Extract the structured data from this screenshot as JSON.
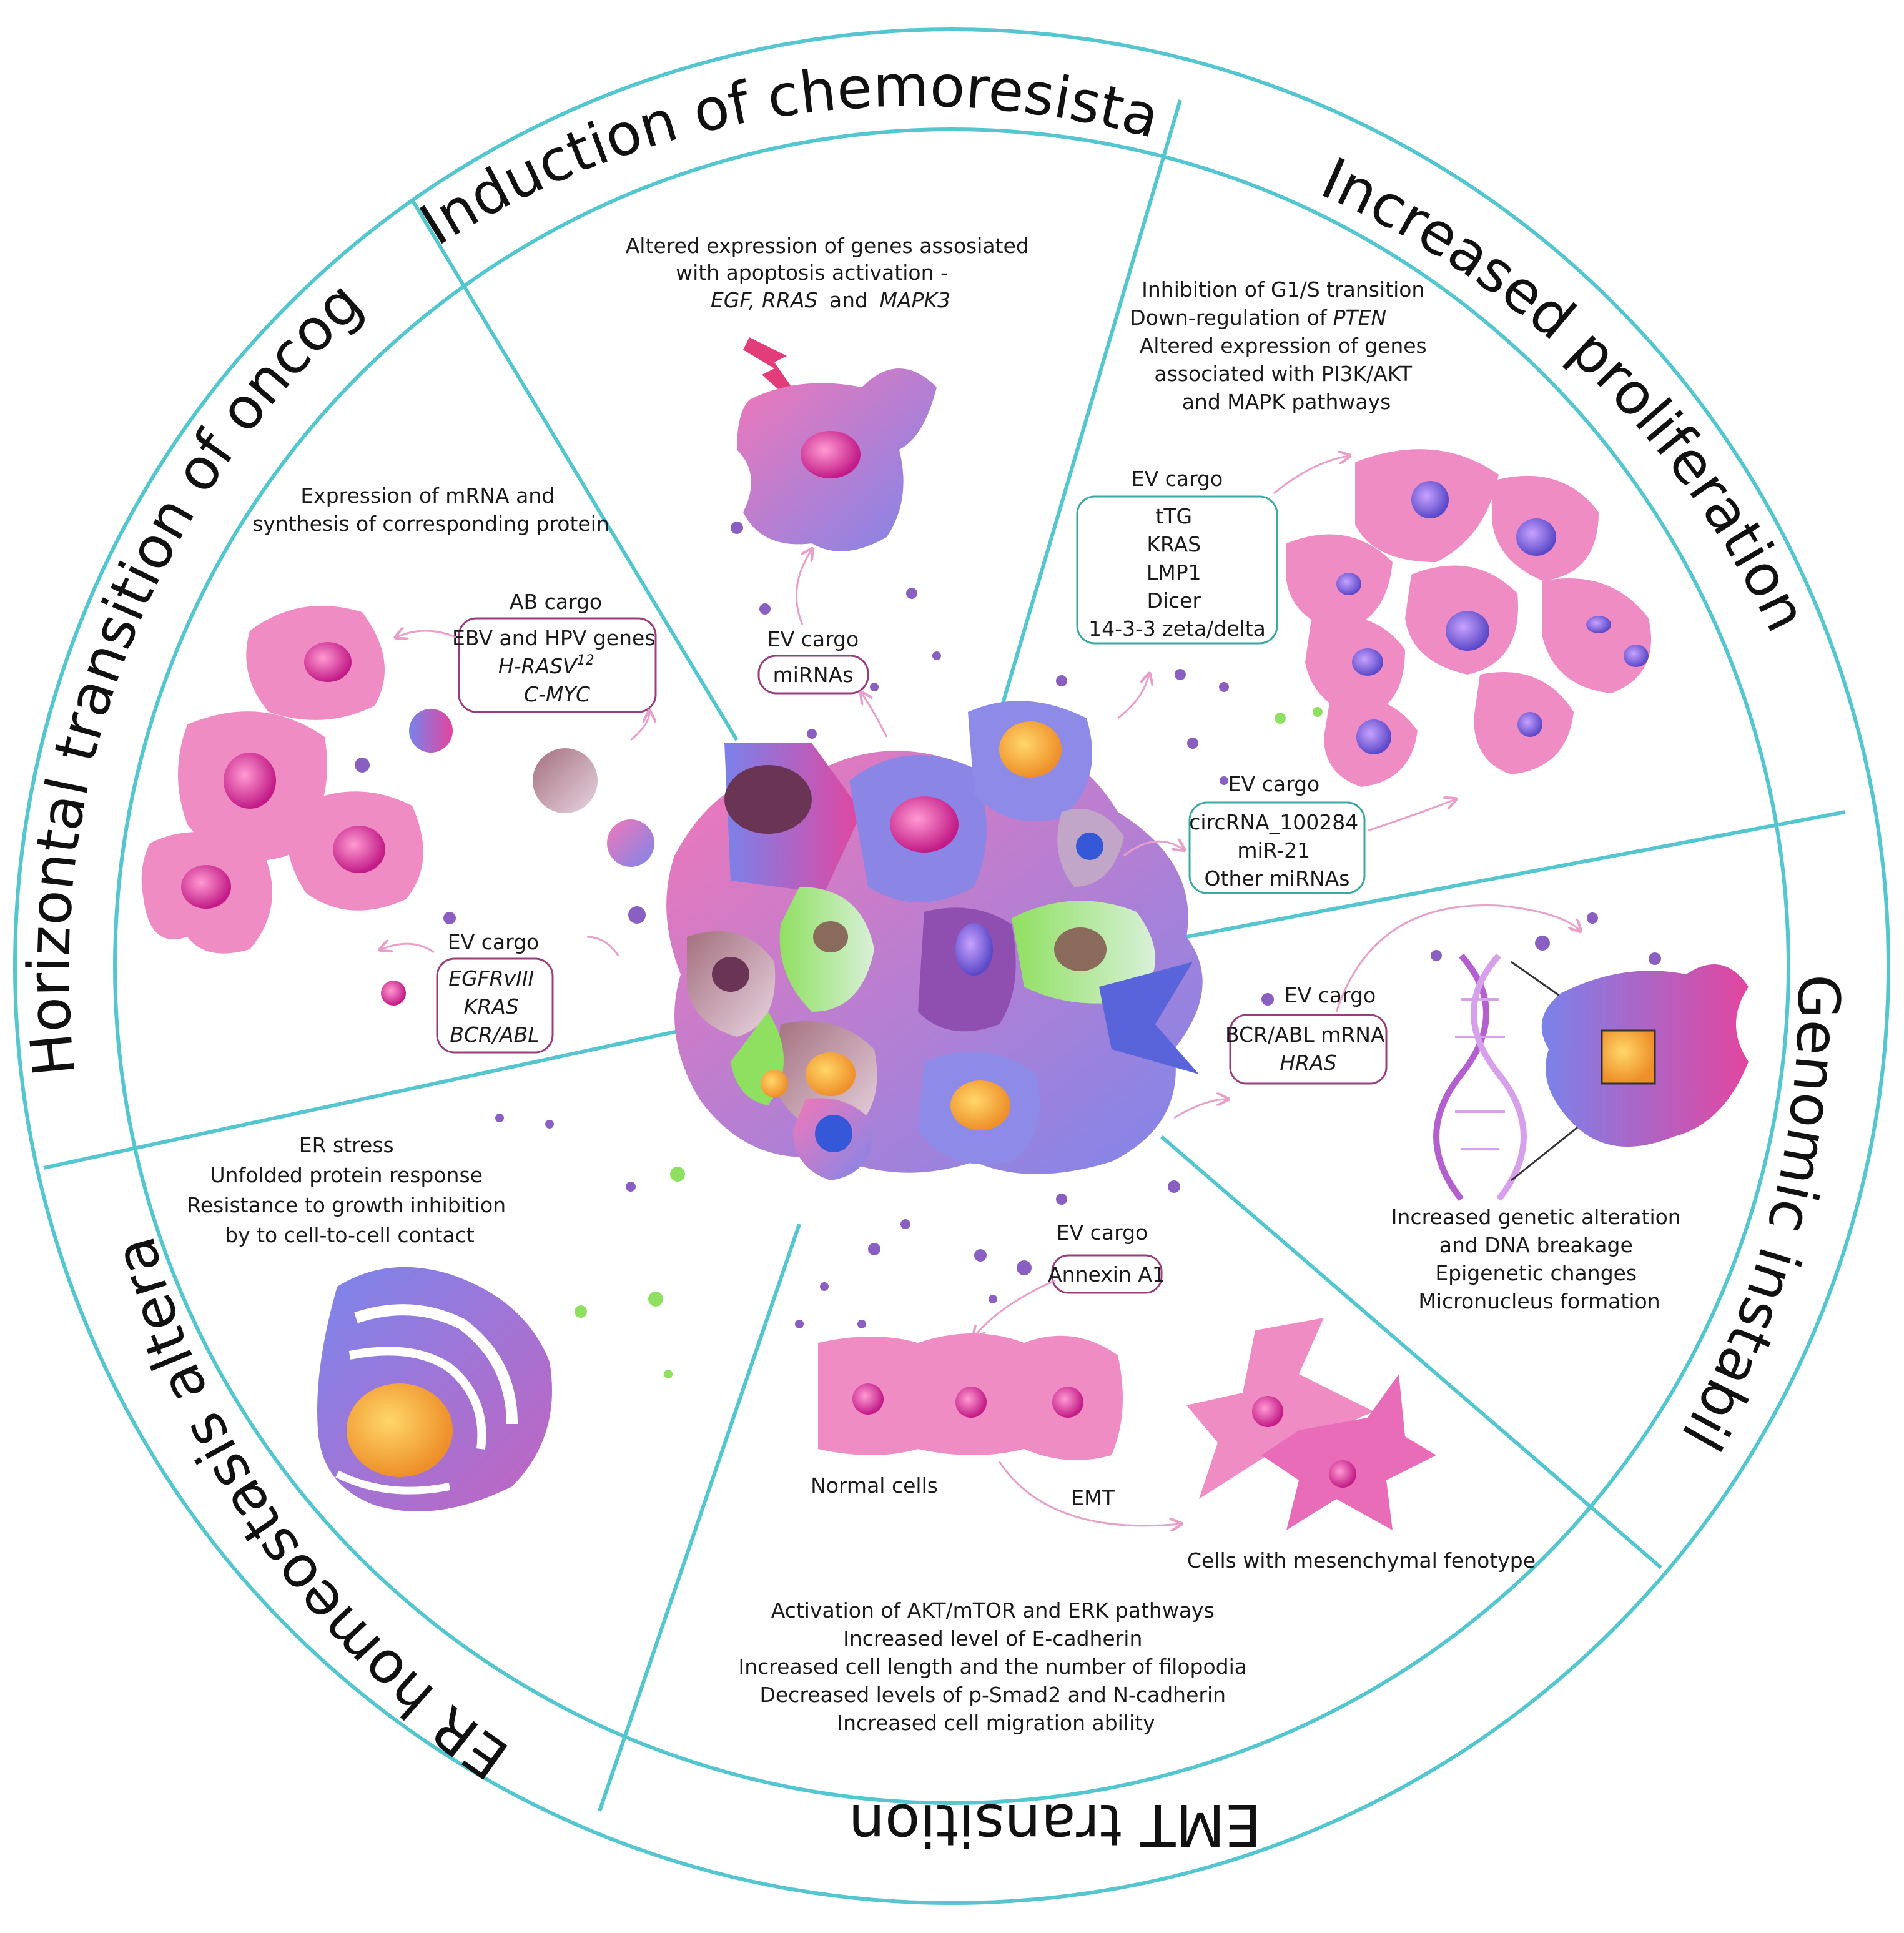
{
  "sectors": {
    "chemoresistance": {
      "title": "Induction of chemoresistance",
      "text": [
        "Altered expression of genes assosiated",
        "with apoptosis activation  -"
      ],
      "genes": [
        "EGF, RRAS",
        "and",
        "MAPK3"
      ],
      "cargo_label": "EV cargo",
      "cargo_items": [
        "miRNAs"
      ]
    },
    "proliferation": {
      "title": "Increased proliferation rate",
      "text": [
        "Inhibition of G1/S transition",
        "Down-regulation of",
        "PTEN",
        "Altered expression of genes",
        "associated with PI3K/AKT",
        "and MAPK pathways"
      ],
      "cargo_label": "EV cargo",
      "cargo_items": [
        "tTG",
        "KRAS",
        "LMP1",
        "Dicer",
        "14-3-3 zeta/delta"
      ],
      "cargo2_label": "EV cargo",
      "cargo2_items": [
        "circRNA_100284",
        "miR-21",
        "Other miRNAs"
      ]
    },
    "genomic": {
      "title": "Genomic instabillity",
      "cargo_label": "EV cargo",
      "cargo_items": [
        "BCR/ABL mRNA",
        "HRAS"
      ],
      "text": [
        "Increased genetic alteration",
        "and DNA breakage",
        "Epigenetic changes",
        "Micronucleus formation"
      ]
    },
    "emt": {
      "title": "EMT transition",
      "cargo_label": "EV cargo",
      "cargo_items": [
        "Annexin A1"
      ],
      "normal_label": "Normal cells",
      "emt_label": "EMT",
      "mesenchymal_label": "Cells with mesenchymal fenotype",
      "text": [
        "Activation of AKT/mTOR and ERK pathways",
        "Increased level of E-cadherin",
        "Increased cell length and the number of filopodia",
        "Decreased levels of p-Smad2 and N-cadherin",
        "Increased cell migration ability"
      ]
    },
    "er": {
      "title": "ER homeostasis alteration",
      "text": [
        "ER stress",
        "Unfolded protein response",
        "Resistance to growth inhibition",
        "by to cell-to-cell contact"
      ]
    },
    "oncogenes": {
      "title": "Horizontal transition of oncogenes",
      "text": [
        "Expression of mRNA and",
        "synthesis of corresponding protein"
      ],
      "ab_label": "AB cargo",
      "ab_items": [
        "EBV and HPV genes",
        "H-RASV",
        "12",
        "C-MYC"
      ],
      "cargo_label": "EV cargo",
      "cargo_items": [
        "EGFRvIII",
        "KRAS",
        "BCR/ABL"
      ]
    }
  },
  "colors": {
    "ring": "#53c6cf",
    "box_border": "#9a3d7c",
    "box_border_alt": "#3aa9a0",
    "cell_pink": "#f08cc4",
    "cell_magenta": "#d92f9a",
    "cell_blue": "#7b84e8",
    "cell_green": "#8fe060",
    "nucleus_orange": "#f4b23a"
  }
}
